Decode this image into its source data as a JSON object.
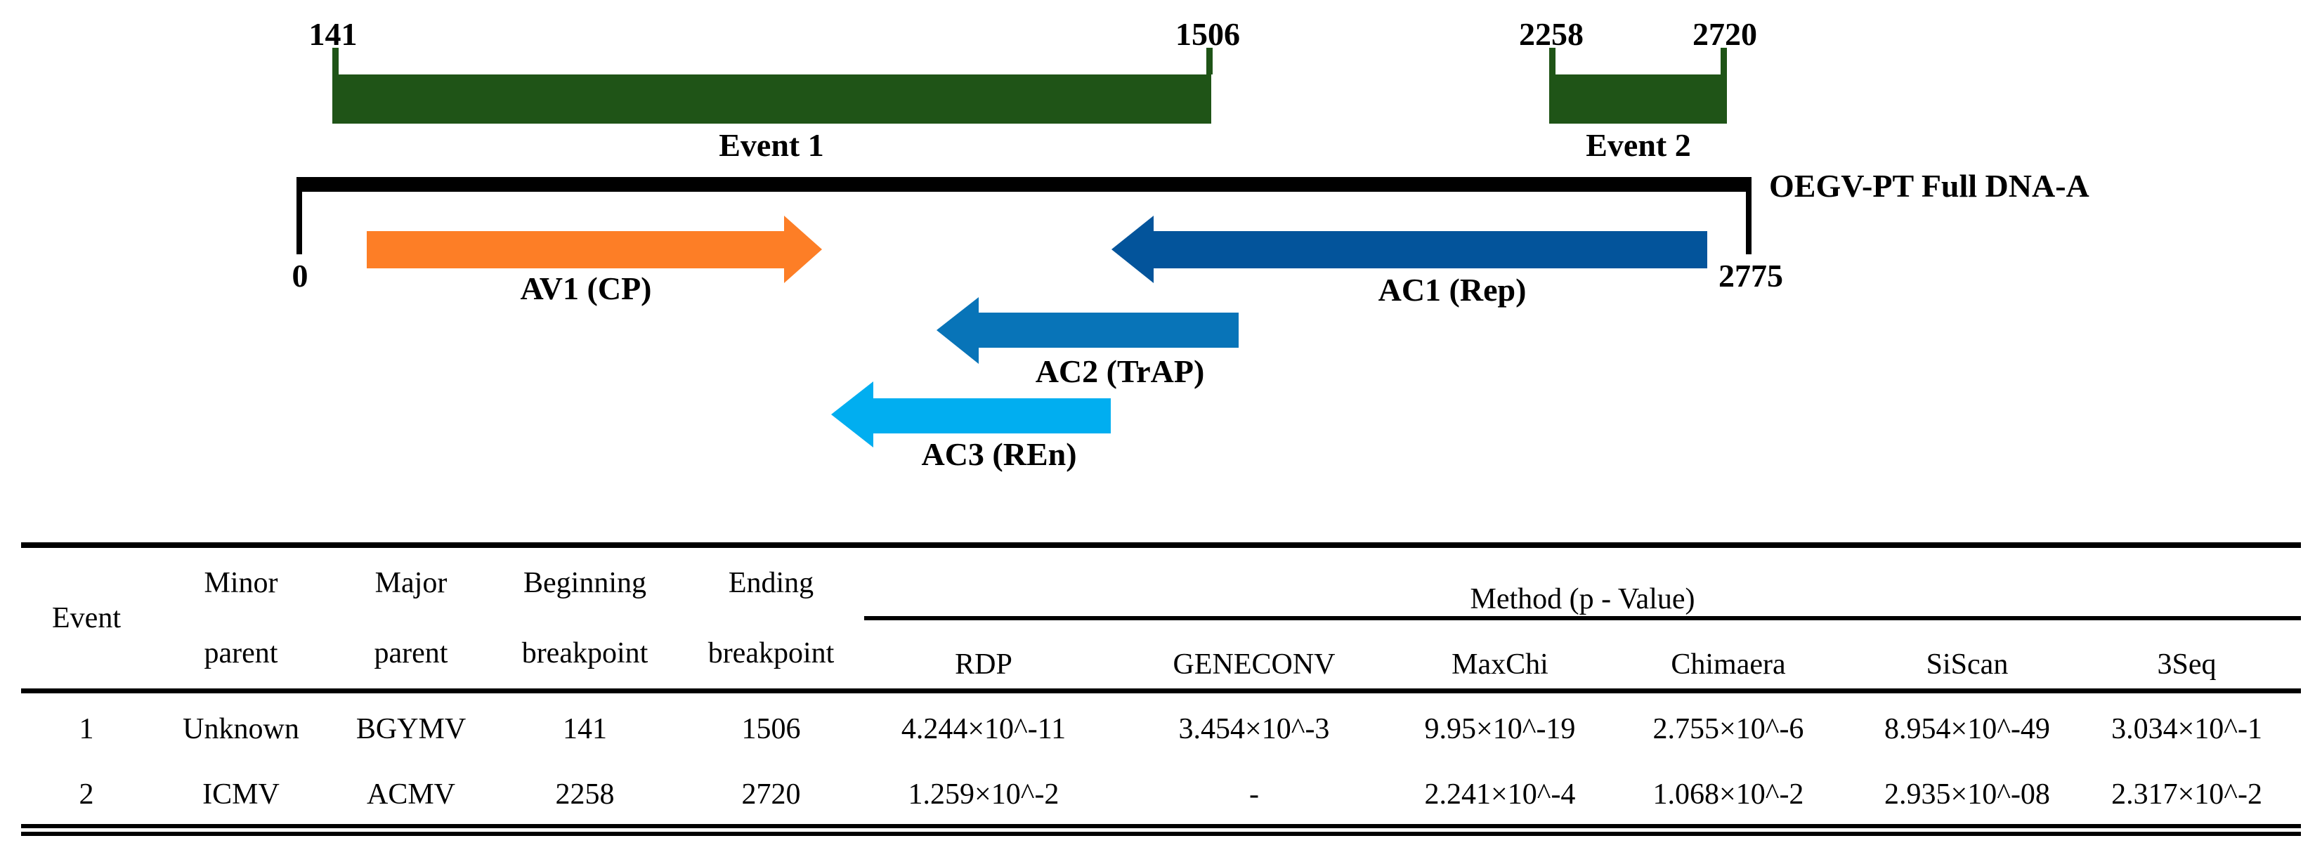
{
  "figure": {
    "event_color": "#1F5417",
    "events": [
      {
        "label": "Event 1",
        "start": "141",
        "end": "1506"
      },
      {
        "label": "Event 2",
        "start": "2258",
        "end": "2720"
      }
    ],
    "genome": {
      "label": "OEGV-PT Full DNA-A",
      "start": "0",
      "end": "2775",
      "color": "#000000"
    },
    "genes": [
      {
        "label": "AV1 (CP)",
        "direction": "right",
        "color": "#FD7E26"
      },
      {
        "label": "AC1 (Rep)",
        "direction": "left",
        "color": "#03549B"
      },
      {
        "label": "AC2 (TrAP)",
        "direction": "left",
        "color": "#0874B8"
      },
      {
        "label": "AC3 (REn)",
        "direction": "left",
        "color": "#01AEF0"
      }
    ]
  },
  "table": {
    "headers": {
      "event": "Event",
      "minor_parent": "Minor\nparent",
      "major_parent": "Major\nparent",
      "beginning_breakpoint": "Beginning\nbreakpoint",
      "ending_breakpoint": "Ending\nbreakpoint",
      "method_group": "Method (p - Value)",
      "methods": [
        "RDP",
        "GENECONV",
        "MaxChi",
        "Chimaera",
        "SiScan",
        "3Seq"
      ]
    },
    "rows": [
      {
        "event": "1",
        "minor_parent": "Unknown",
        "major_parent": "BGYMV",
        "beginning": "141",
        "ending": "1506",
        "p_values": [
          "4.244×10^-11",
          "3.454×10^-3",
          "9.95×10^-19",
          "2.755×10^-6",
          "8.954×10^-49",
          "3.034×10^-1"
        ]
      },
      {
        "event": "2",
        "minor_parent": "ICMV",
        "major_parent": "ACMV",
        "beginning": "2258",
        "ending": "2720",
        "p_values": [
          "1.259×10^-2",
          "-",
          "2.241×10^-4",
          "1.068×10^-2",
          "2.935×10^-08",
          "2.317×10^-2"
        ]
      }
    ]
  }
}
